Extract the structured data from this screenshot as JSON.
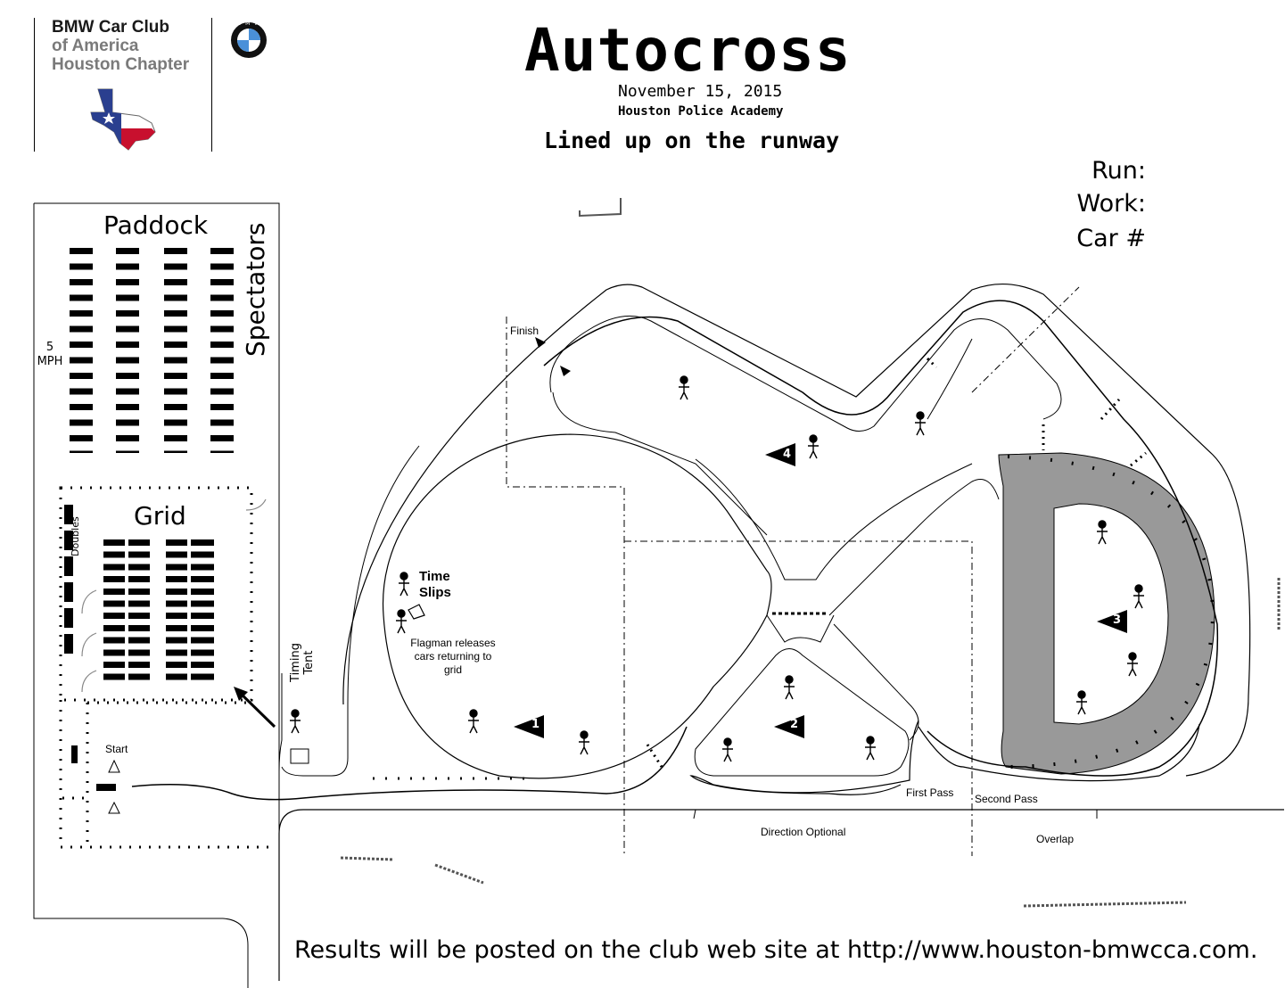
{
  "header": {
    "club_line1": "BMW Car Club",
    "club_line2": "of America",
    "club_line3": "Houston Chapter",
    "logo_badge": "BMW",
    "title": "Autocross",
    "date": "November 15, 2015",
    "venue": "Houston Police Academy",
    "subtitle": "Lined up on the runway"
  },
  "form_fields": {
    "run": "Run:",
    "work": "Work:",
    "car": "Car #"
  },
  "paddock": {
    "title": "Paddock",
    "spectators": "Spectators",
    "speed": "5 MPH"
  },
  "grid": {
    "title": "Grid",
    "doubles": "Doubles",
    "start": "Start"
  },
  "course_labels": {
    "finish": "Finish",
    "timing_tent": "Timing Tent",
    "time_slips": "Time Slips",
    "flagman": "Flagman releases cars returning to grid",
    "first_pass": "First Pass",
    "second_pass": "Second Pass",
    "direction_optional": "Direction Optional",
    "overlap": "Overlap"
  },
  "worker_stations": [
    "1",
    "2",
    "3",
    "4"
  ],
  "colors": {
    "ink": "#000000",
    "pad_gray": "#999999",
    "flag_blue": "#2a3f8f",
    "flag_red": "#c8102e"
  },
  "footer": {
    "results": "Results will be posted on the club web site at http://www.houston-bmwcca.com."
  }
}
